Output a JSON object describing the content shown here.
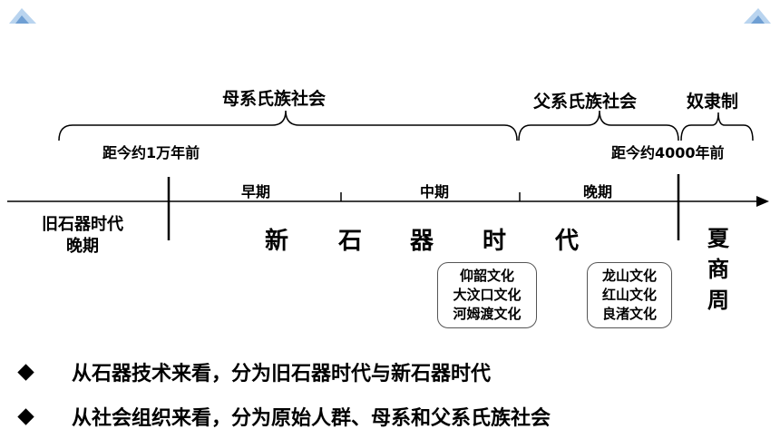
{
  "eras": {
    "matriarchal": "母系氏族社会",
    "patriarchal": "父系氏族社会",
    "slavery": "奴隶制"
  },
  "dates": {
    "ten_thousand": "距今约1万年前",
    "four_thousand": "距今约4000年前"
  },
  "phases": {
    "early": "早期",
    "middle": "中期",
    "late": "晚期"
  },
  "periods": {
    "paleolithic_line1": "旧石器时代",
    "paleolithic_line2": "晚期",
    "neolithic_chars": [
      "新",
      "石",
      "器",
      "时",
      "代"
    ],
    "xia_shang_zhou": [
      "夏",
      "商",
      "周"
    ]
  },
  "cultures": {
    "middle": [
      "仰韶文化",
      "大汶口文化",
      "河姆渡文化"
    ],
    "late": [
      "龙山文化",
      "红山文化",
      "良渚文化"
    ]
  },
  "bullets": [
    "从石器技术来看，分为旧石器时代与新石器时代",
    "从社会组织来看，分为原始人群、母系和父系氏族社会"
  ],
  "colors": {
    "corner_triangle_light": "#b9d4ef",
    "corner_triangle_dark": "#6f9fd3"
  }
}
